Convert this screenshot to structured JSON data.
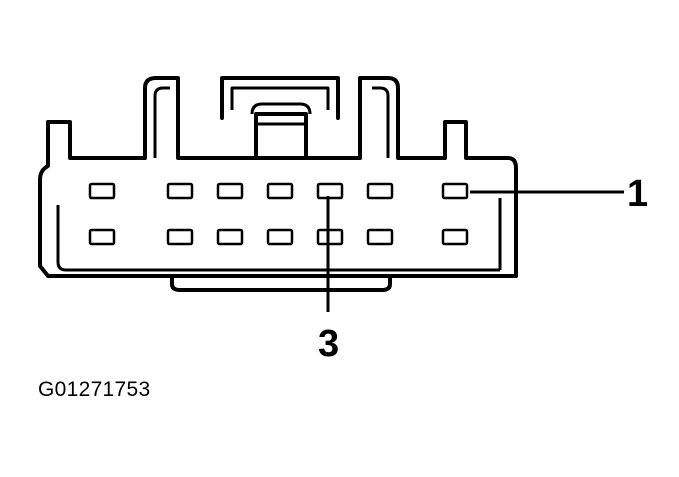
{
  "figure": {
    "id": "G01271753"
  },
  "callouts": [
    {
      "label": "1",
      "target": "top-row-terminal-7"
    },
    {
      "label": "3",
      "target": "top-row-terminal-5"
    }
  ],
  "connector": {
    "rows": 2,
    "terminals_per_row": 7
  }
}
